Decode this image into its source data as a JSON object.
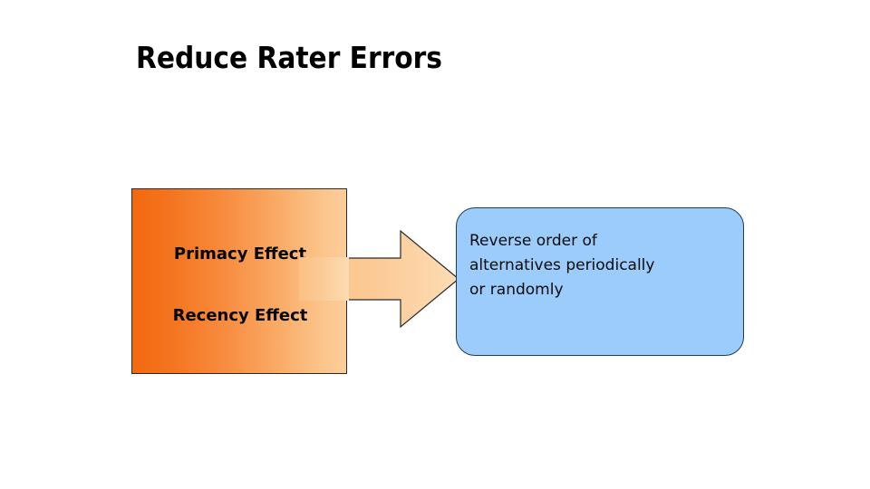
{
  "slide": {
    "title": "Reduce Rater Errors",
    "background_color": "#FFFFFF"
  },
  "orange_box": {
    "name": "rater-error-types",
    "lines": [
      "Primacy Effect",
      "Recency Effect"
    ],
    "gradient_from": "#F2690F",
    "gradient_to": "#FCCD9B",
    "border_color": "#2A2A2A",
    "text_color": "#060606"
  },
  "arrow": {
    "name": "right-block-arrow",
    "direction": "right",
    "fill_from": "#FBC88A",
    "fill_to": "#FDD9AE",
    "border_color": "#2A2A2A"
  },
  "blue_box": {
    "name": "remedy-callout",
    "lines": [
      "Reverse order of",
      "alternatives periodically",
      "or randomly"
    ],
    "fill_color": "#9BCCFC",
    "border_color": "#1D3C5A",
    "text_color": "#0B0B0B"
  }
}
